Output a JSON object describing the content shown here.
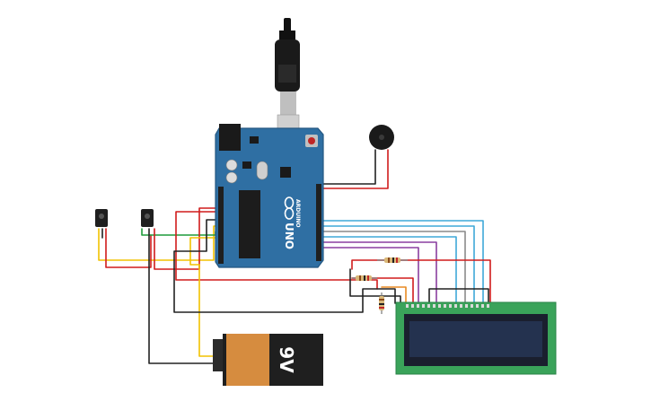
{
  "canvas": {
    "background": "#ffffff"
  },
  "colors": {
    "board": "#2f6fa3",
    "board_dark": "#235680",
    "header": "#1f1f1f",
    "lcd_pcb": "#3aa35a",
    "lcd_screen": "#24324f",
    "battery_body": "#d68c3f",
    "battery_label": "#1f1f1f",
    "wire_red": "#d01c1c",
    "wire_black": "#222222",
    "wire_yellow": "#f2c200",
    "wire_green": "#1f9c3a",
    "wire_blue": "#3fa8d8",
    "wire_purple": "#8a3fa0",
    "wire_gray": "#8a8a8a",
    "wire_orange": "#e88a22",
    "resistor_body": "#d9b878"
  },
  "components": {
    "usb_cable": {
      "icon": "usb-plug-icon"
    },
    "arduino": {
      "brand": "ARDUINO",
      "model": "UNO",
      "icon": "arduino-logo-icon"
    },
    "buzzer": {
      "icon": "piezo-buzzer-icon"
    },
    "sensors": [
      {
        "icon": "ir-sensor-icon"
      },
      {
        "icon": "ir-sensor-icon"
      }
    ],
    "battery": {
      "label": "9V",
      "icon": "battery-icon"
    },
    "lcd": {
      "icon": "lcd-16x2-icon"
    },
    "resistors": [
      {
        "icon": "resistor-icon"
      },
      {
        "icon": "resistor-icon"
      },
      {
        "icon": "resistor-icon"
      }
    ]
  }
}
